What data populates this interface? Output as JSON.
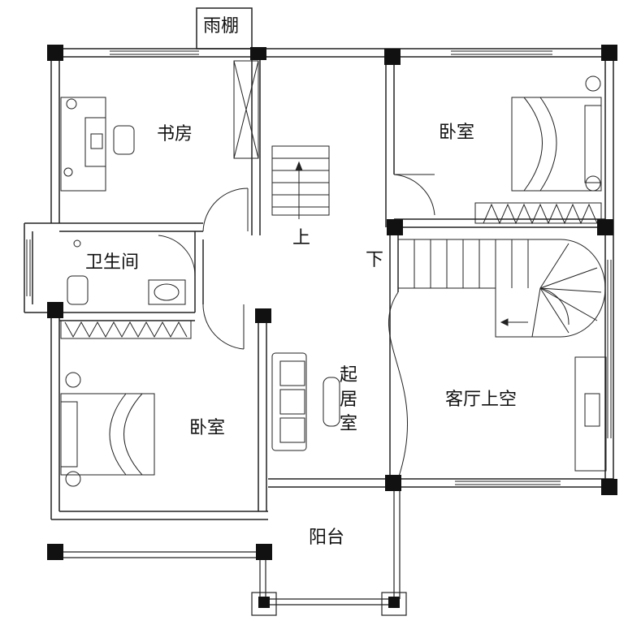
{
  "rooms": {
    "study": "书房",
    "bedroom_ne": "卧室",
    "bathroom": "卫生间",
    "bedroom_sw": "卧室",
    "living": "起居室",
    "void": "客厅上空",
    "balcony": "阳台",
    "canopy": "雨棚"
  },
  "stairs": {
    "up": "上",
    "down": "下"
  }
}
